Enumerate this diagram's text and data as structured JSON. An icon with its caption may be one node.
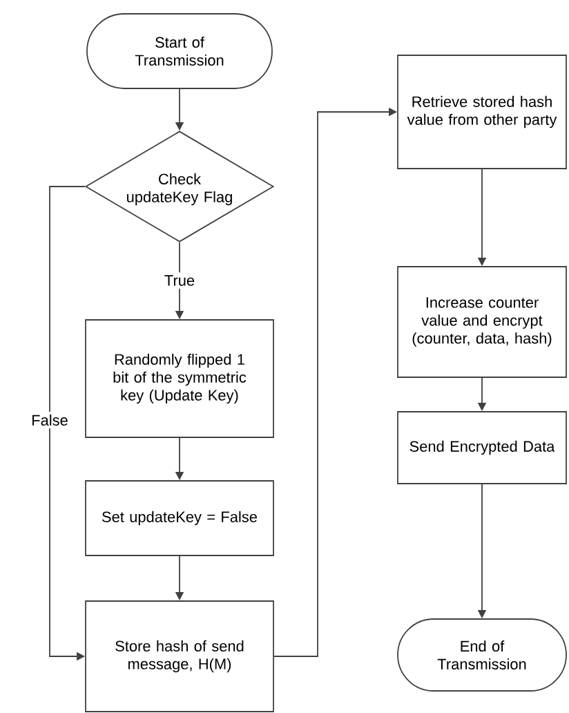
{
  "diagram": {
    "nodes": [
      {
        "text": [
          "Start of Transmission"
        ]
      },
      {
        "text": [
          "Check updateKey Flag"
        ]
      },
      {
        "text": [
          "Randomly flipped 1 bit of the symmetric key (Update Key)"
        ]
      },
      {
        "text": [
          "Set updateKey = False"
        ]
      },
      {
        "text": [
          "Store hash of send message, H(M)"
        ]
      },
      {
        "text": [
          "Retrieve stored hash value from other party"
        ]
      },
      {
        "text": [
          "Increase counter value and encrypt (counter, data, hash)"
        ]
      },
      {
        "text": [
          "Send Encrypted Data"
        ]
      },
      {
        "text": [
          "End of Transmission"
        ]
      }
    ],
    "edges": [
      {
        "from": 0,
        "to": 1,
        "arrow": "to"
      },
      {
        "from": 1,
        "to": 2,
        "arrow": "to",
        "label": "True"
      },
      {
        "from": 1,
        "to": 4,
        "arrow": "to",
        "label": "False"
      },
      {
        "from": 2,
        "to": 3,
        "arrow": "to"
      },
      {
        "from": 3,
        "to": 4,
        "arrow": "to"
      },
      {
        "from": 4,
        "to": 5,
        "arrow": "to"
      },
      {
        "from": 5,
        "to": 6,
        "arrow": "to"
      },
      {
        "from": 6,
        "to": 7,
        "arrow": "to"
      },
      {
        "from": 7,
        "to": 8,
        "arrow": "to"
      }
    ]
  }
}
